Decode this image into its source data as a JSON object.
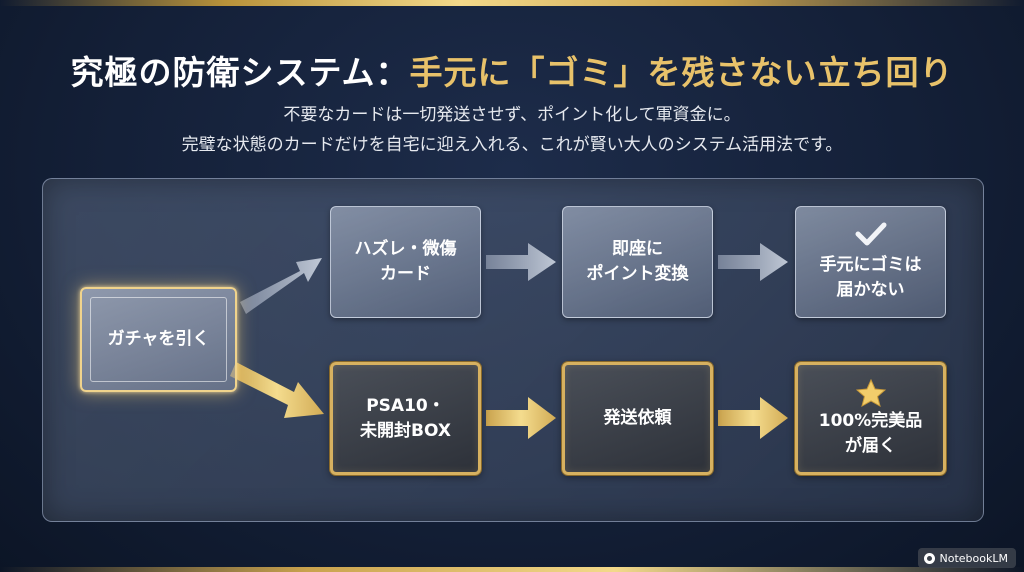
{
  "title": {
    "part1": "究極の防衛システム：",
    "part2": "手元に「ゴミ」を残さない立ち回り"
  },
  "subtitle": {
    "line1": "不要なカードは一切発送させず、ポイント化して軍資金に。",
    "line2": "完璧な状態のカードだけを自宅に迎え入れる、これが賢い大人のシステム活用法です。"
  },
  "flow": {
    "start": "ガチャを引く",
    "top_row": {
      "step1": [
        "ハズレ・微傷",
        "カード"
      ],
      "step2": [
        "即座に",
        "ポイント変換"
      ],
      "step3": [
        "手元にゴミは",
        "届かない"
      ],
      "step3_icon": "check-icon"
    },
    "bottom_row": {
      "step1": [
        "PSA10・",
        "未開封BOX"
      ],
      "step2": [
        "発送依頼"
      ],
      "step3": [
        "100%完美品",
        "が届く"
      ],
      "step3_icon": "star-icon"
    }
  },
  "colors": {
    "background": "#142038",
    "gold": "#d7b160",
    "title_accent": "#e8c26a"
  },
  "watermark": {
    "label": "NotebookLM",
    "icon": "notebooklm-icon"
  }
}
